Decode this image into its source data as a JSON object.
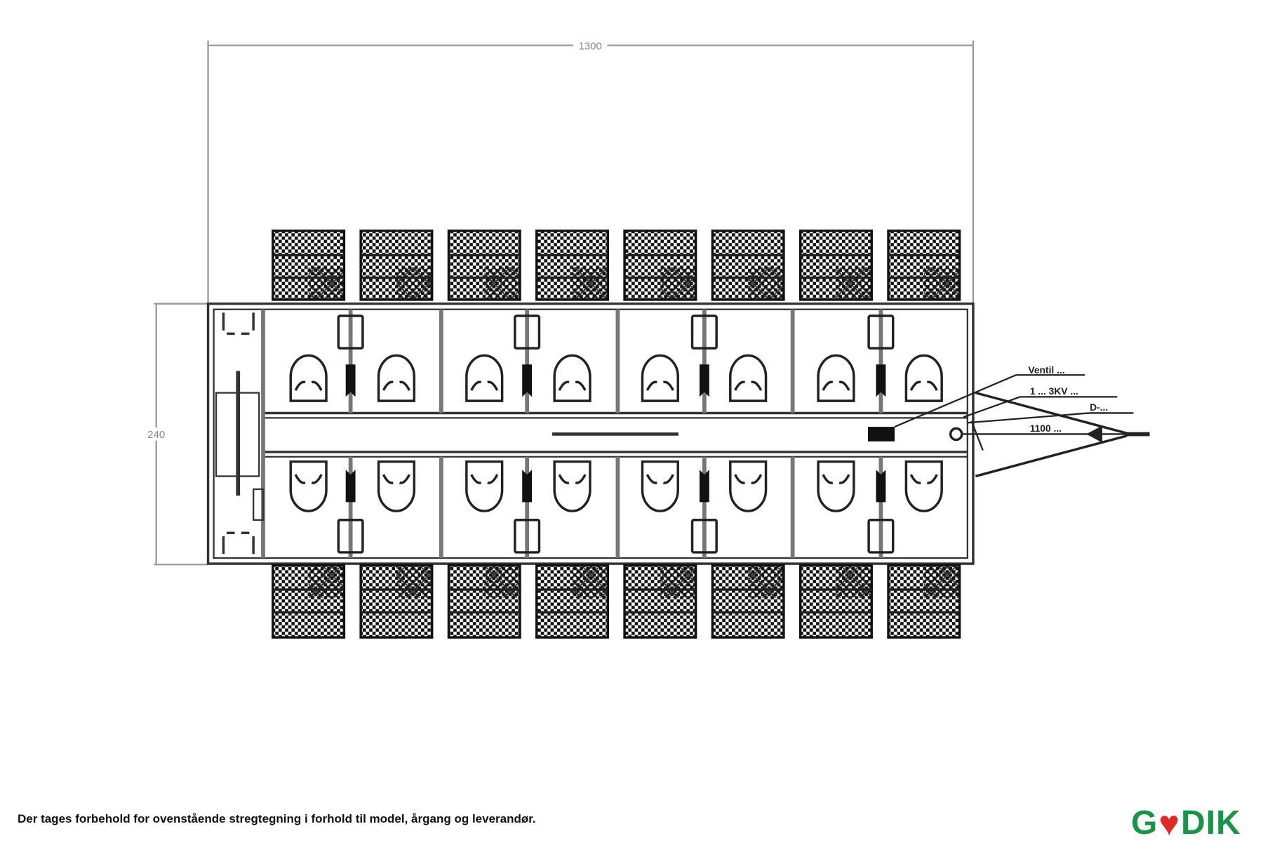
{
  "drawing": {
    "dim_length": "1300",
    "dim_width": "240",
    "rack_count_per_side": 8,
    "seat_count_per_side": 8,
    "callouts": [
      "Ventil ...",
      "1 ... 3KV ...",
      "D-...",
      "1100 ..."
    ]
  },
  "footer": {
    "disclaimer": "Der tages forbehold for ovenstående stregtegning i forhold til model, årgang og leverandør.",
    "logo_left": "G",
    "logo_right": "DIK",
    "logo_full": "GODIK"
  },
  "colors": {
    "logo_green": "#1a9448",
    "logo_heart": "#e02a2a",
    "line": "#333333"
  }
}
